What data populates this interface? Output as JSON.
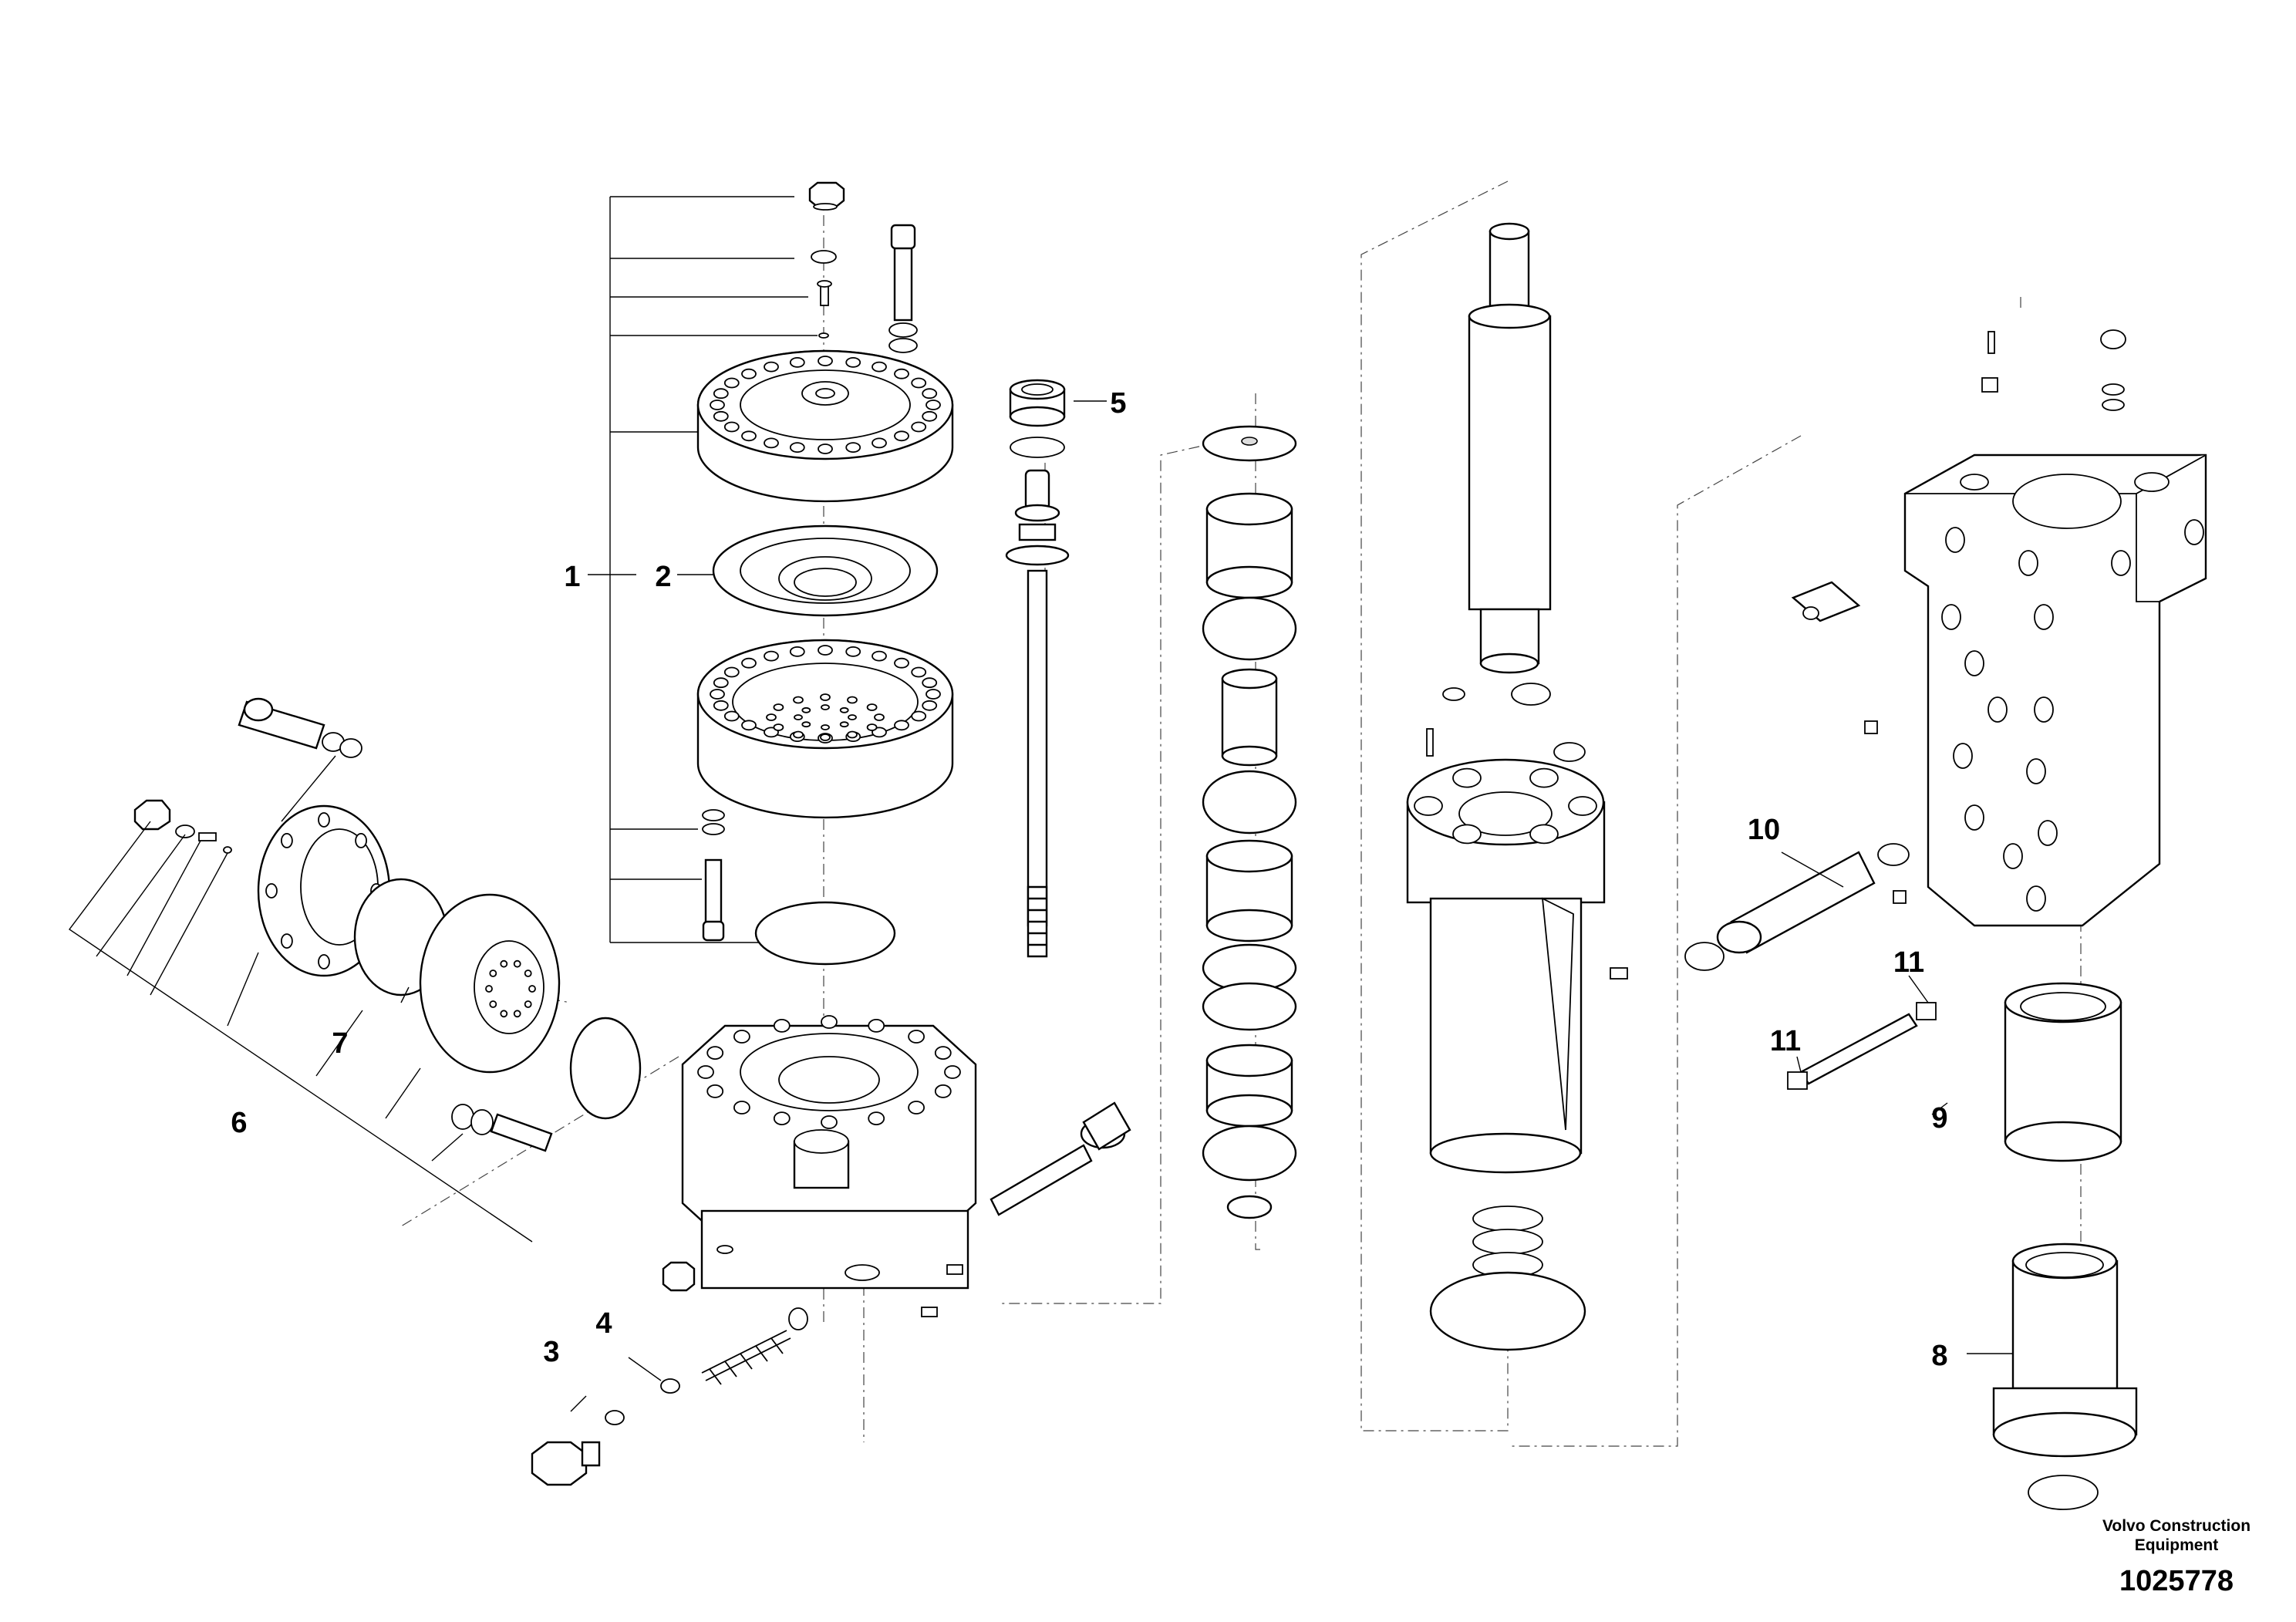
{
  "drawing": {
    "callouts": [
      {
        "id": "c1",
        "label": "1"
      },
      {
        "id": "c2",
        "label": "2"
      },
      {
        "id": "c3",
        "label": "3"
      },
      {
        "id": "c4",
        "label": "4"
      },
      {
        "id": "c5",
        "label": "5"
      },
      {
        "id": "c6",
        "label": "6"
      },
      {
        "id": "c7",
        "label": "7"
      },
      {
        "id": "c8",
        "label": "8"
      },
      {
        "id": "c9",
        "label": "9"
      },
      {
        "id": "c10",
        "label": "10"
      },
      {
        "id": "c11a",
        "label": "11"
      },
      {
        "id": "c11b",
        "label": "11"
      }
    ],
    "brand_line1": "Volvo Construction",
    "brand_line2": "Equipment",
    "document_number": "1025778"
  }
}
